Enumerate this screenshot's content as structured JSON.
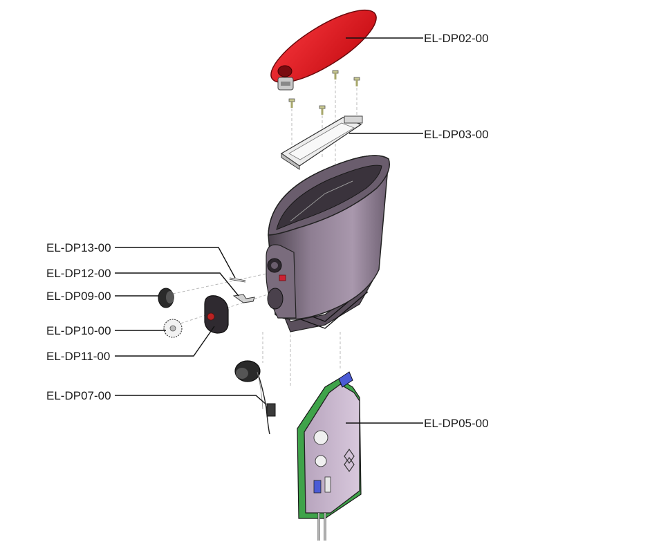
{
  "diagram": {
    "type": "exploded-assembly",
    "colors": {
      "lid": "#e0161c",
      "housing": "#9d8ea0",
      "housing_dark": "#5a4f5c",
      "pcb": "#c9b7cf",
      "pcb_green": "#3fa34a",
      "accent_blue": "#4b5bd6",
      "leader": "#111111"
    },
    "callouts": [
      {
        "id": "EL-DP02-00",
        "label": "EL-DP02-00",
        "part": "top lid"
      },
      {
        "id": "EL-DP03-00",
        "label": "EL-DP03-00",
        "part": "display module"
      },
      {
        "id": "EL-DP13-00",
        "label": "EL-DP13-00",
        "part": "pin"
      },
      {
        "id": "EL-DP12-00",
        "label": "EL-DP12-00",
        "part": "clip"
      },
      {
        "id": "EL-DP09-00",
        "label": "EL-DP09-00",
        "part": "cap"
      },
      {
        "id": "EL-DP10-00",
        "label": "EL-DP10-00",
        "part": "gear disc"
      },
      {
        "id": "EL-DP11-00",
        "label": "EL-DP11-00",
        "part": "cover"
      },
      {
        "id": "EL-DP07-00",
        "label": "EL-DP07-00",
        "part": "connector with cable"
      },
      {
        "id": "EL-DP05-00",
        "label": "EL-DP05-00",
        "part": "circuit board assembly"
      }
    ]
  }
}
